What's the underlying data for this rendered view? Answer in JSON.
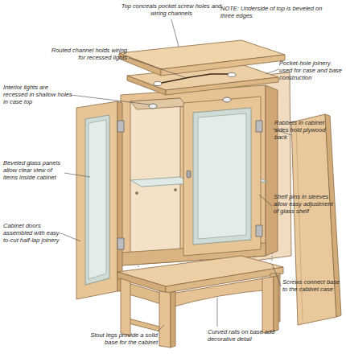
{
  "diagram": {
    "labels": [
      "Top conceals pocket screw holes and wiring channels",
      "NOTE: Underside of top is beveled on three edges",
      "Routed channel holds wiring for recessed lights",
      "Pocket-hole joinery used for case and base construction",
      "Interior lights are recessed in shallow holes in case top",
      "Rabbets in cabinet sides hold plywood back",
      "Beveled glass panels allow clear view of items inside cabinet",
      "Shelf pins in sleeves allow easy adjustment of glass shelf",
      "Cabinet doors assembled with easy-to-cut half-lap joinery",
      "Screws connect base to the cabinet case",
      "Stout legs provide a solid base for the cabinet",
      "Curved rails on base add decorative detail"
    ]
  }
}
